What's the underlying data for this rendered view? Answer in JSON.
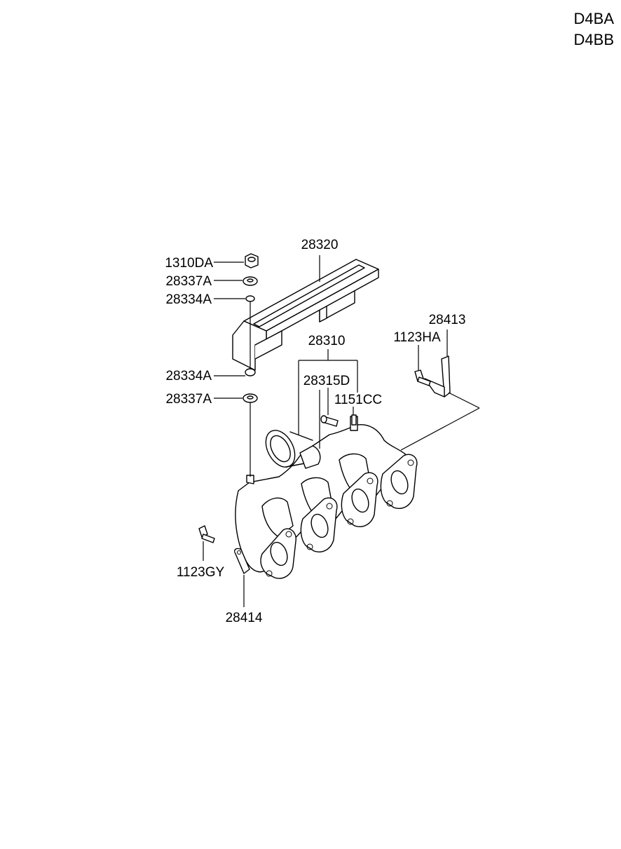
{
  "engine_codes": [
    "D4BA",
    "D4BB"
  ],
  "parts": {
    "p1310DA": "1310DA",
    "p28320": "28320",
    "p28337A_top": "28337A",
    "p28334A_top": "28334A",
    "p28334A_bot": "28334A",
    "p28337A_bot": "28337A",
    "p28310": "28310",
    "p28315D": "28315D",
    "p1151CC": "1151CC",
    "p28413": "28413",
    "p1123HA": "1123HA",
    "p1123GY": "1123GY",
    "p28414": "28414"
  }
}
